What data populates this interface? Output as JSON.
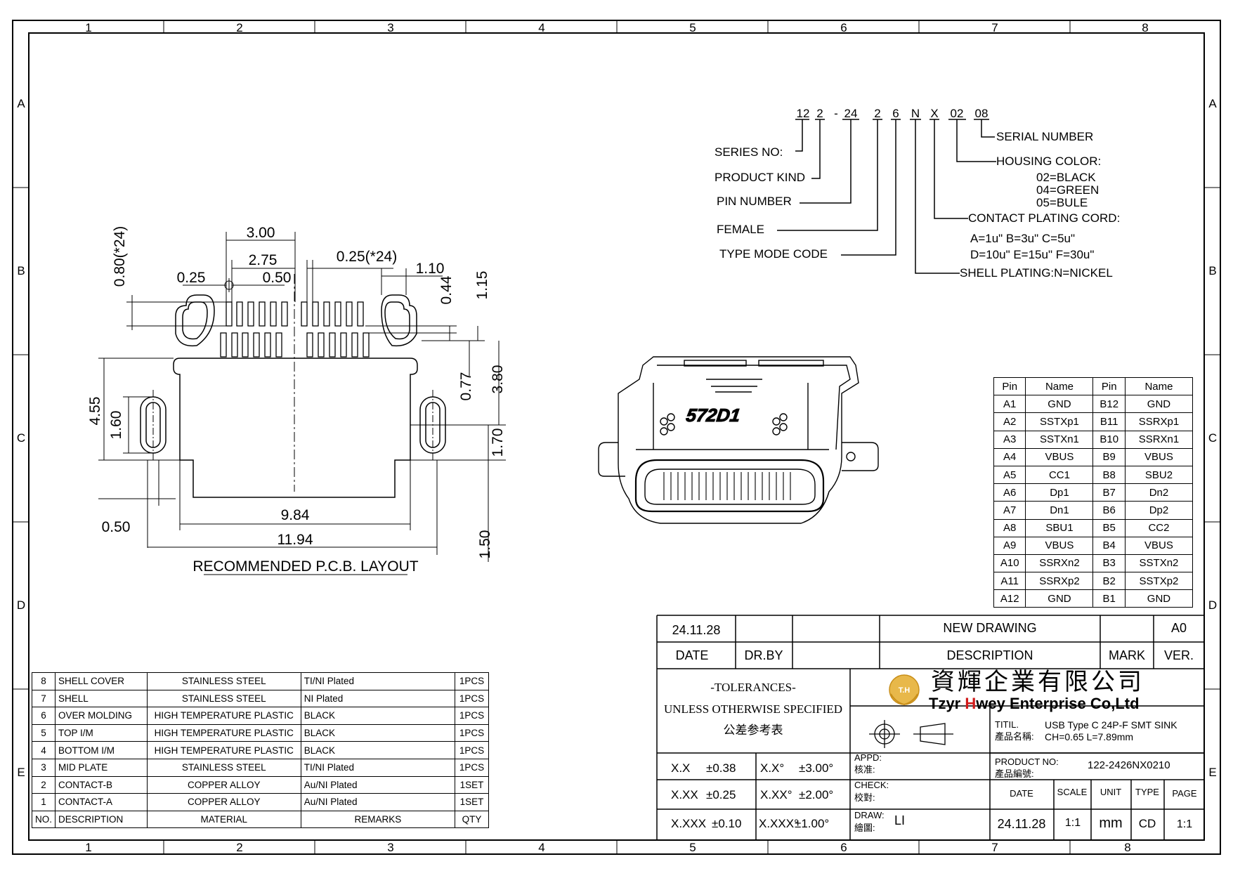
{
  "frame": {
    "columns": [
      "1",
      "2",
      "3",
      "4",
      "5",
      "6",
      "7",
      "8"
    ],
    "rows": [
      "A",
      "B",
      "C",
      "D",
      "E"
    ]
  },
  "part_number_code": {
    "code_chars": [
      "12",
      "2",
      "-",
      "24",
      "2",
      "6",
      "N",
      "X",
      "02",
      "08"
    ],
    "labels": {
      "series_no": "SERIES NO:",
      "product_kind": "PRODUCT KIND",
      "pin_number": "PIN NUMBER",
      "female": "FEMALE",
      "type_mode_code": "TYPE MODE CODE",
      "serial_number": "SERIAL NUMBER",
      "housing_color": "HOUSING COLOR:",
      "housing_options": [
        "02=BLACK",
        "04=GREEN",
        "05=BULE"
      ],
      "contact_plating": "CONTACT PLATING CORD:",
      "contact_plating_options": [
        "A=1u\"  B=3u\"  C=5u\"",
        "D=10u\" E=15u\" F=30u\""
      ],
      "shell_plating": "SHELL PLATING:N=NICKEL"
    }
  },
  "pcb_layout": {
    "title": "RECOMMENDED  P.C.B. LAYOUT",
    "dims": {
      "d300": "3.00",
      "d275": "2.75",
      "d025x24": "0.25(*24)",
      "d080x24": "0.80(*24)",
      "d025": "0.25",
      "d050": "0.50",
      "d110": "1.10",
      "d044": "0.44",
      "d115": "1.15",
      "d455": "4.55",
      "d160": "1.60",
      "d077": "0.77",
      "d380": "3.80",
      "d170": "1.70",
      "d050b": "0.50",
      "d984": "9.84",
      "d1194": "11.94",
      "d150": "1.50"
    }
  },
  "connector_marking": "572D1",
  "pin_table": {
    "headers": [
      "Pin",
      "Name",
      "Pin",
      "Name"
    ],
    "rows": [
      [
        "A1",
        "GND",
        "B12",
        "GND"
      ],
      [
        "A2",
        "SSTXp1",
        "B11",
        "SSRXp1"
      ],
      [
        "A3",
        "SSTXn1",
        "B10",
        "SSRXn1"
      ],
      [
        "A4",
        "VBUS",
        "B9",
        "VBUS"
      ],
      [
        "A5",
        "CC1",
        "B8",
        "SBU2"
      ],
      [
        "A6",
        "Dp1",
        "B7",
        "Dn2"
      ],
      [
        "A7",
        "Dn1",
        "B6",
        "Dp2"
      ],
      [
        "A8",
        "SBU1",
        "B5",
        "CC2"
      ],
      [
        "A9",
        "VBUS",
        "B4",
        "VBUS"
      ],
      [
        "A10",
        "SSRXn2",
        "B3",
        "SSTXn2"
      ],
      [
        "A11",
        "SSRXp2",
        "B2",
        "SSTXp2"
      ],
      [
        "A12",
        "GND",
        "B1",
        "GND"
      ]
    ]
  },
  "revision": {
    "date": "24.11.28",
    "description": "NEW  DRAWING",
    "version": "A0",
    "headers": {
      "date": "DATE",
      "drby": "DR.BY",
      "description": "DESCRIPTION",
      "mark": "MARK",
      "ver": "VER."
    }
  },
  "tolerances": {
    "title": "-TOLERANCES-",
    "subtitle": "UNLESS OTHERWISE SPECIFIED",
    "chinese": "公差参考表",
    "rows": [
      {
        "lin": "X.X",
        "lin_val": "±0.38",
        "ang": "X.X°",
        "ang_val": "±3.00°"
      },
      {
        "lin": "X.XX",
        "lin_val": "±0.25",
        "ang": "X.XX°",
        "ang_val": "±2.00°"
      },
      {
        "lin": "X.XXX",
        "lin_val": "±0.10",
        "ang": "X.XXX°",
        "ang_val": "±1.00°"
      }
    ]
  },
  "company": {
    "logo_text": "T.H",
    "chinese_name": "資輝企業有限公司",
    "english_name_prefix": "Tzyr ",
    "english_name_H": "H",
    "english_name_suffix": "wey Enterprise Co,Ltd"
  },
  "title_block": {
    "title_label": "TITIL.",
    "title_label_cn": "產品名稱:",
    "title_line1": "USB Type C 24P-F  SMT SINK",
    "title_line2": "CH=0.65 L=7.89mm",
    "appd_label": "APPD:",
    "appd_cn": "核准:",
    "check_label": "CHECK:",
    "check_cn": "校對:",
    "draw_label": "DRAW:",
    "draw_cn": "繪圖:",
    "draw_value": "LI",
    "product_no_label": "PRODUCT NO:",
    "product_no_cn": "產品編號:",
    "product_no": "122-2426NX0210",
    "headers": {
      "date": "DATE",
      "scale": "SCALE",
      "unit": "UNIT",
      "type": "TYPE",
      "page": "PAGE"
    },
    "date": "24.11.28",
    "scale": "1:1",
    "unit": "mm",
    "type": "CD",
    "page": "1:1"
  },
  "bom": {
    "headers": [
      "NO.",
      "DESCRIPTION",
      "MATERIAL",
      "REMARKS",
      "QTY"
    ],
    "rows": [
      [
        "8",
        "SHELL COVER",
        "STAINLESS STEEL",
        "TI/NI Plated",
        "1PCS"
      ],
      [
        "7",
        "SHELL",
        "STAINLESS STEEL",
        "NI Plated",
        "1PCS"
      ],
      [
        "6",
        "OVER MOLDING",
        "HIGH TEMPERATURE PLASTIC",
        "BLACK",
        "1PCS"
      ],
      [
        "5",
        "TOP I/M",
        "HIGH TEMPERATURE PLASTIC",
        "BLACK",
        "1PCS"
      ],
      [
        "4",
        "BOTTOM  I/M",
        "HIGH TEMPERATURE PLASTIC",
        "BLACK",
        "1PCS"
      ],
      [
        "3",
        "MID PLATE",
        "STAINLESS STEEL",
        "TI/NI Plated",
        "1PCS"
      ],
      [
        "2",
        "CONTACT-B",
        "COPPER ALLOY",
        "Au/NI Plated",
        "1SET"
      ],
      [
        "1",
        "CONTACT-A",
        "COPPER ALLOY",
        "Au/NI Plated",
        "1SET"
      ]
    ]
  }
}
